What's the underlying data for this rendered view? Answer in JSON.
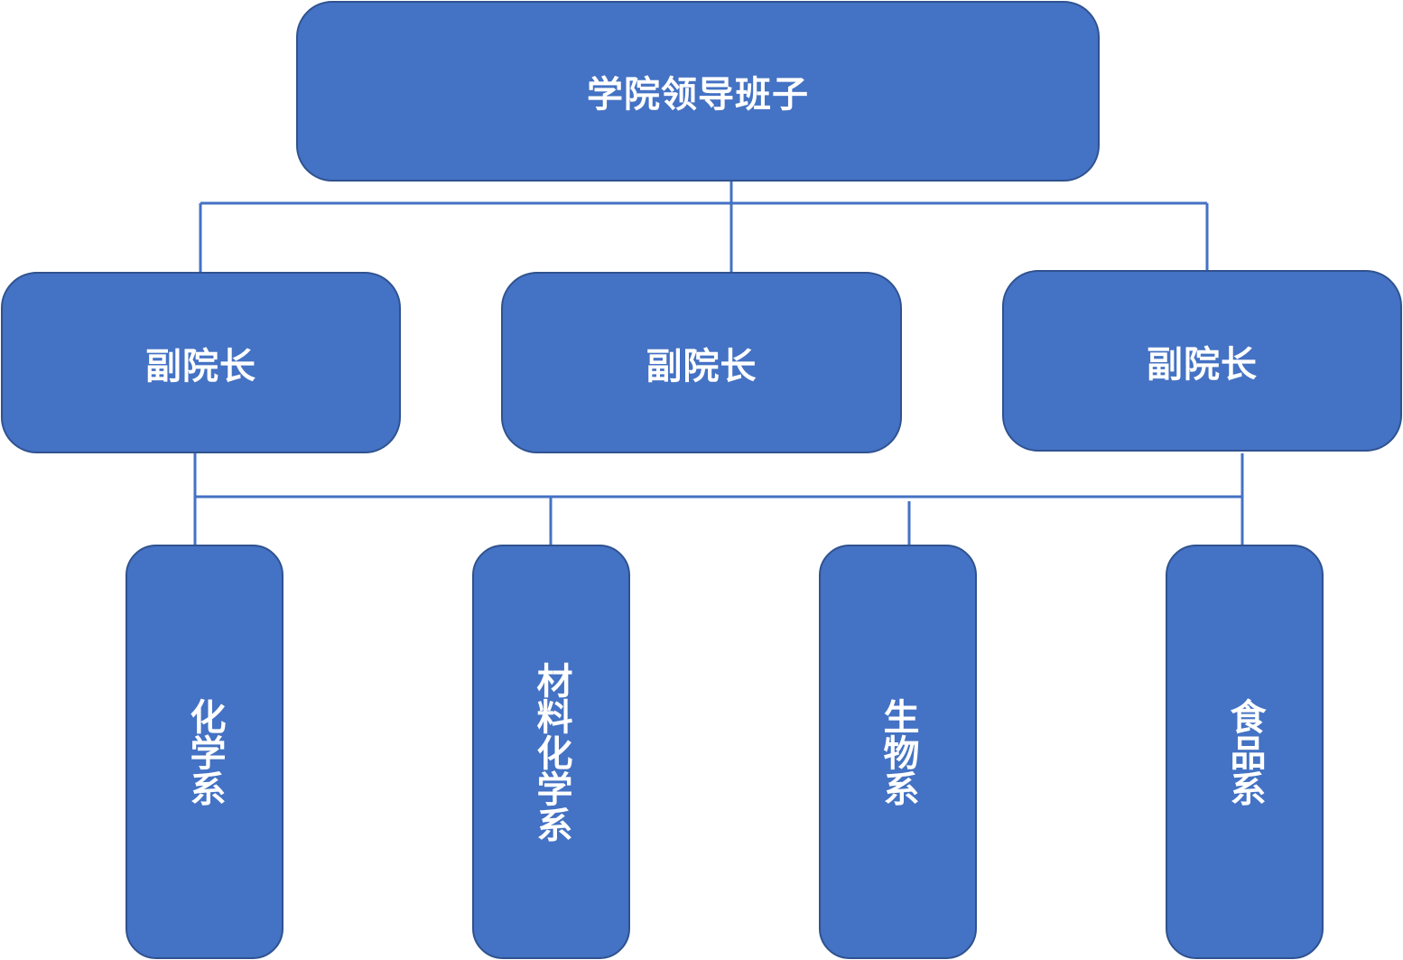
{
  "root": {
    "label": "学院领导班子"
  },
  "vice_deans": [
    {
      "label": "副院长"
    },
    {
      "label": "副院长"
    },
    {
      "label": "副院长"
    }
  ],
  "departments": [
    {
      "label": "化学系"
    },
    {
      "label": "材料化学系"
    },
    {
      "label": "生物系"
    },
    {
      "label": "食品系"
    }
  ],
  "colors": {
    "node_fill": "#4472c4",
    "node_border": "#2f528f",
    "connector": "#4472c4",
    "text": "#ffffff"
  }
}
